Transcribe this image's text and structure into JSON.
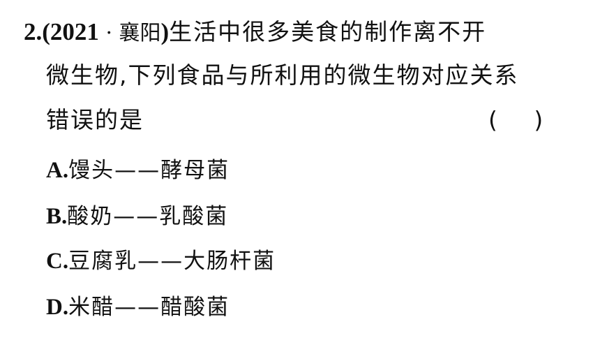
{
  "question": {
    "number": "2.",
    "source_open": "(",
    "source_year": "2021",
    "source_dot": " · ",
    "source_place": "襄阳",
    "source_close": ")",
    "stem_line1": "生活中很多美食的制作离不开",
    "stem_line2": "微生物,下列食品与所利用的微生物对应关系",
    "stem_line3": "错误的是",
    "answer_bracket": "(     )"
  },
  "options": [
    {
      "letter": "A.",
      "text": "馒头——酵母菌"
    },
    {
      "letter": "B.",
      "text": "酸奶——乳酸菌"
    },
    {
      "letter": "C.",
      "text": "豆腐乳——大肠杆菌"
    },
    {
      "letter": "D.",
      "text": "米醋——醋酸菌"
    }
  ]
}
